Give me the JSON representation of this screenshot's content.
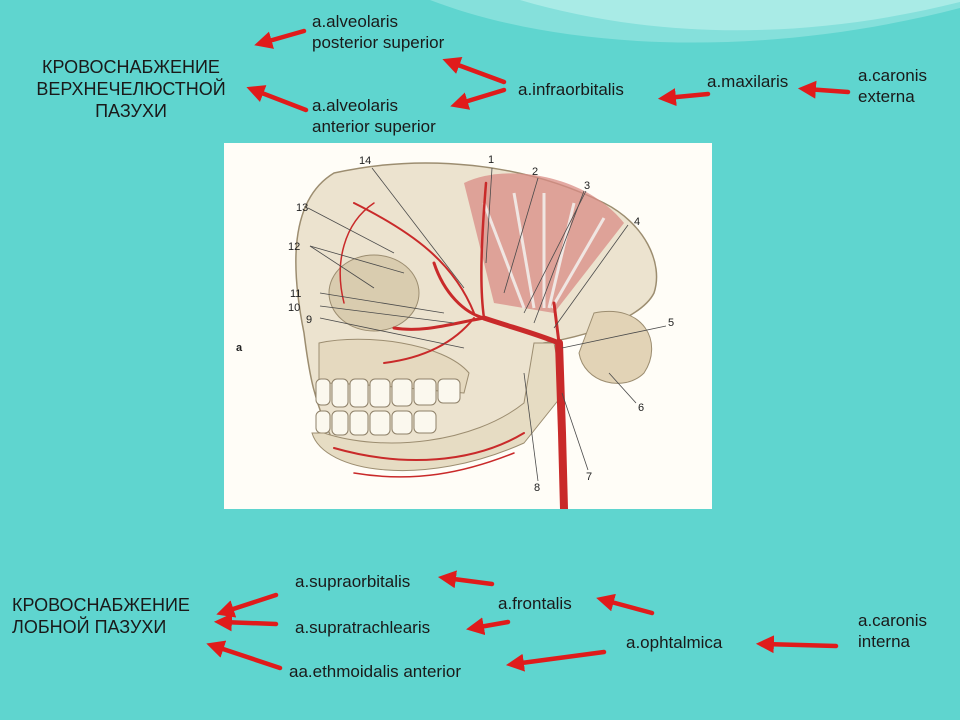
{
  "colors": {
    "background": "#5fd5cf",
    "arrow": "#e01b1b",
    "text": "#1a1a1a"
  },
  "top": {
    "title": [
      "КРОВОСНАБЖЕНИЕ",
      "ВЕРХНЕЧЕЛЮСТНОЙ",
      "ПАЗУХИ"
    ],
    "alveolaris_posterior": [
      "a.alveolaris",
      "posterior superior"
    ],
    "alveolaris_anterior": [
      "a.alveolaris",
      "anterior superior"
    ],
    "infraorbitalis": "a.infraorbitalis",
    "maxilaris": "a.maxilaris",
    "carotis_externa": [
      "a.caronis",
      "externa"
    ]
  },
  "figure": {
    "panel_label": "a",
    "numbers": [
      "1",
      "2",
      "3",
      "4",
      "5",
      "6",
      "7",
      "8",
      "9",
      "10",
      "11",
      "12",
      "13",
      "14"
    ]
  },
  "bottom": {
    "title": [
      "КРОВОСНАБЖЕНИЕ",
      "ЛОБНОЙ ПАЗУХИ"
    ],
    "supraorbitalis": "a.supraorbitalis",
    "supratrachlearis": "a.supratrachlearis",
    "ethmoidalis": "aa.ethmoidalis anterior",
    "frontalis": "a.frontalis",
    "ophtalmica": "a.ophtalmica",
    "carotis_interna": [
      "a.caronis",
      "interna"
    ]
  }
}
